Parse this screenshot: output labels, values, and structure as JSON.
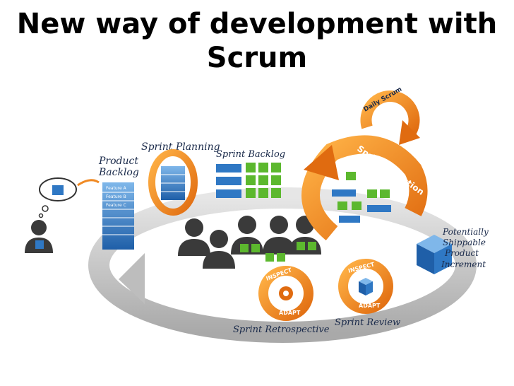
{
  "title": {
    "line1": "New way of development with",
    "line2": "Scrum"
  },
  "labels": {
    "product_backlog_1": "Product",
    "product_backlog_2": "Backlog",
    "features": [
      "Feature A",
      "Feature B",
      "Feature C"
    ],
    "sprint_planning": "Sprint Planning",
    "sprint_backlog": "Sprint Backlog",
    "daily_scrum": "Daily Scrum",
    "sprint_execution": "Sprint Execution",
    "increment_1": "Potentially",
    "increment_2": "Shippable",
    "increment_3": "Product",
    "increment_4": "Increment",
    "inspect": "INSPECT",
    "adapt": "ADAPT",
    "sprint_retrospective": "Sprint Retrospective",
    "sprint_review": "Sprint Review"
  },
  "colors": {
    "orange": "#f08a24",
    "blue": "#2f78c4",
    "green": "#5cb82e",
    "gray_ring": "#c8c8c8",
    "person": "#3a3a3a"
  }
}
